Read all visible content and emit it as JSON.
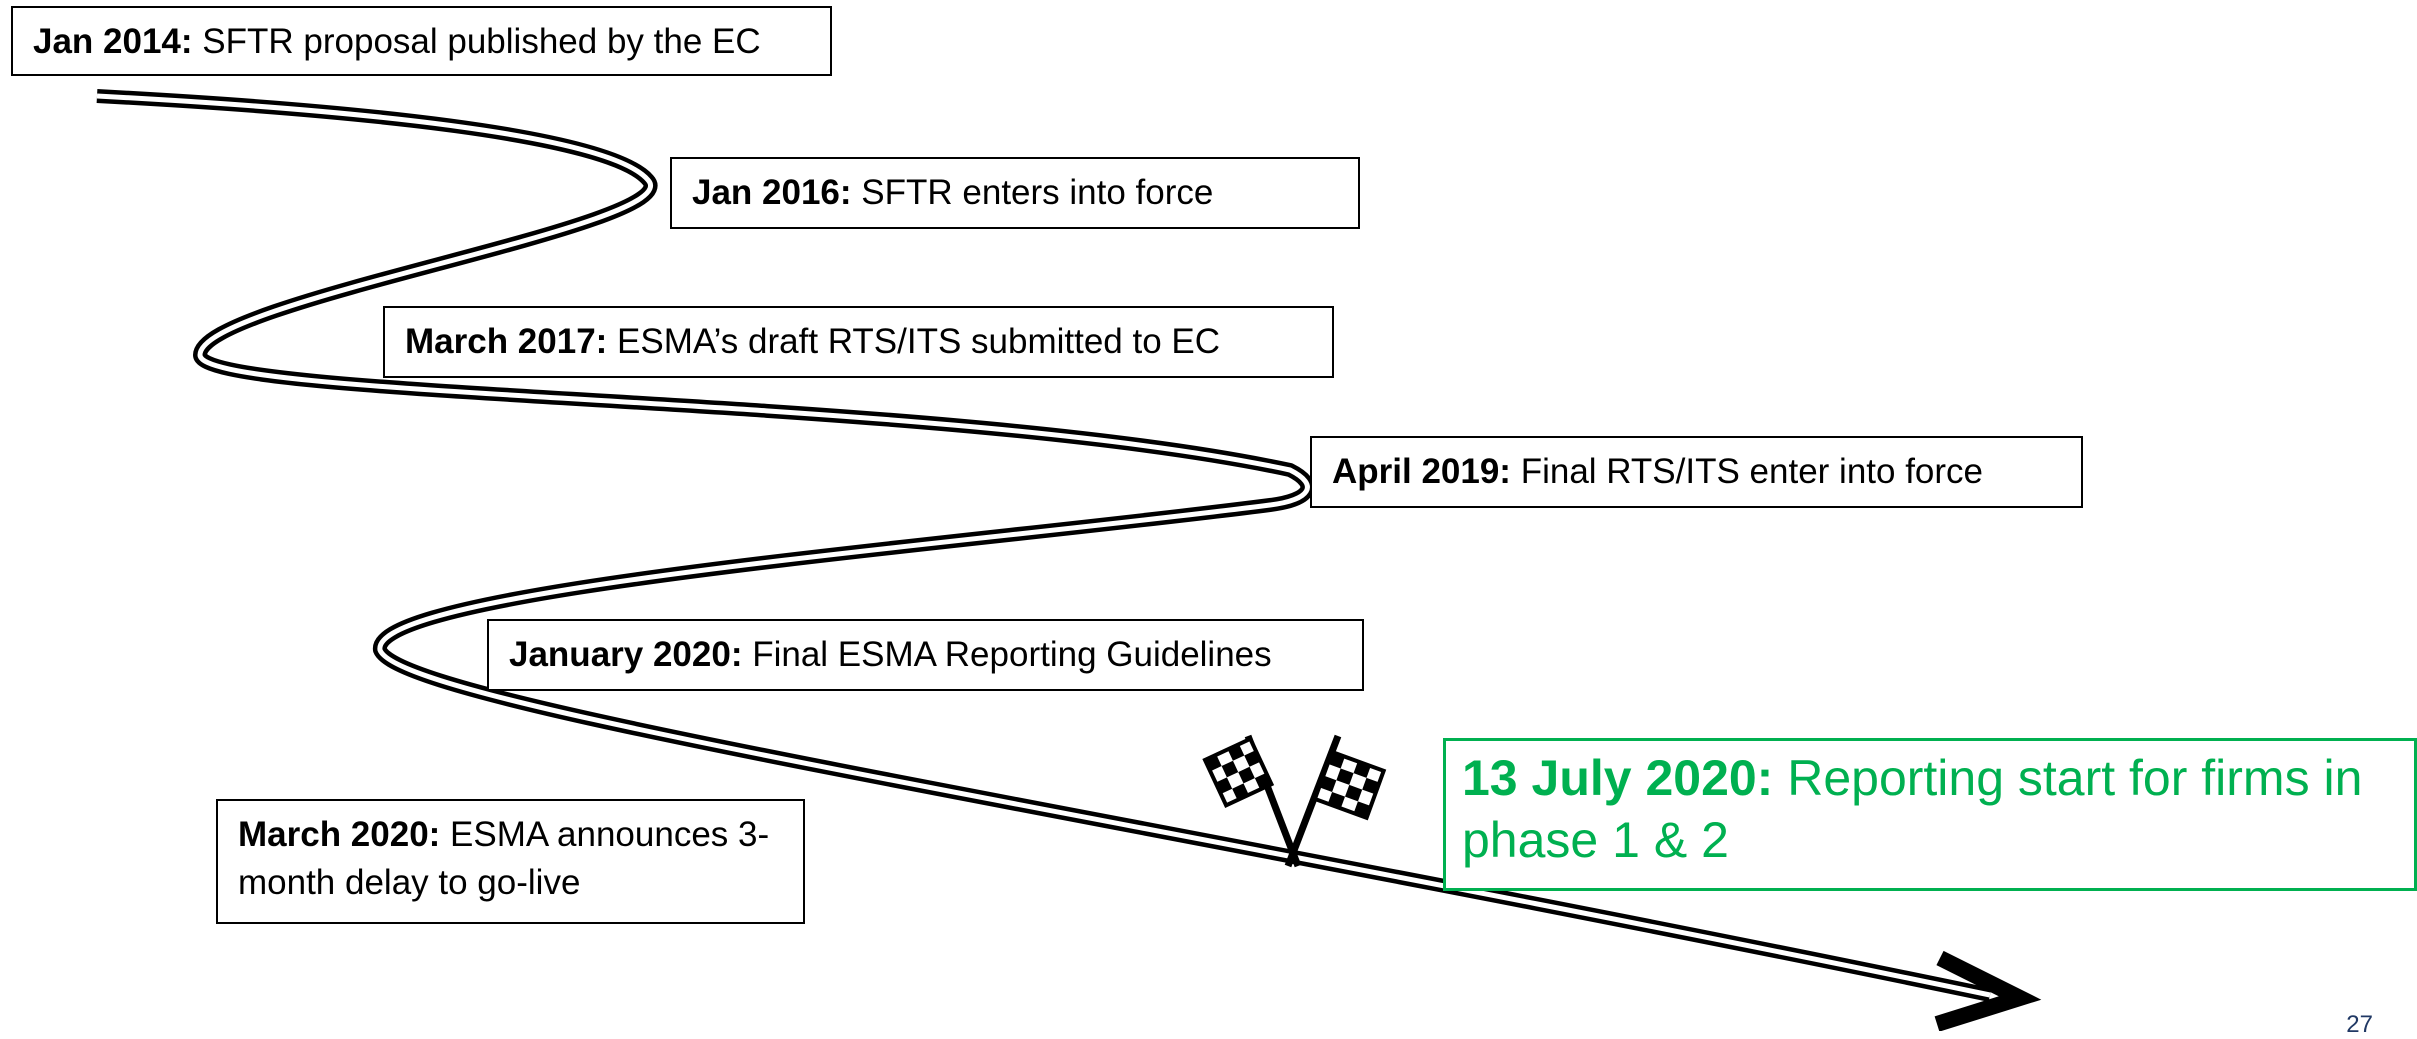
{
  "milestones": [
    {
      "date": "Jan 2014:",
      "text": " SFTR proposal published by the EC"
    },
    {
      "date": "Jan 2016:",
      "text": " SFTR enters into force"
    },
    {
      "date": "March 2017:",
      "text": " ESMA’s draft RTS/ITS submitted to EC"
    },
    {
      "date": "April 2019:",
      "text": " Final RTS/ITS enter into force"
    },
    {
      "date": "January 2020:",
      "text": " Final ESMA Reporting Guidelines"
    },
    {
      "date": "March 2020:",
      "text": " ESMA announces 3-month delay to go-live"
    },
    {
      "date": "13 July 2020:",
      "text": " Reporting start for firms in phase 1 & 2"
    }
  ],
  "page_number": "27",
  "colors": {
    "road": "#000000",
    "final_milestone": "#00b050",
    "page_number": "#203864"
  },
  "icons": [
    "checkered-flags-icon",
    "arrow-head-icon"
  ]
}
